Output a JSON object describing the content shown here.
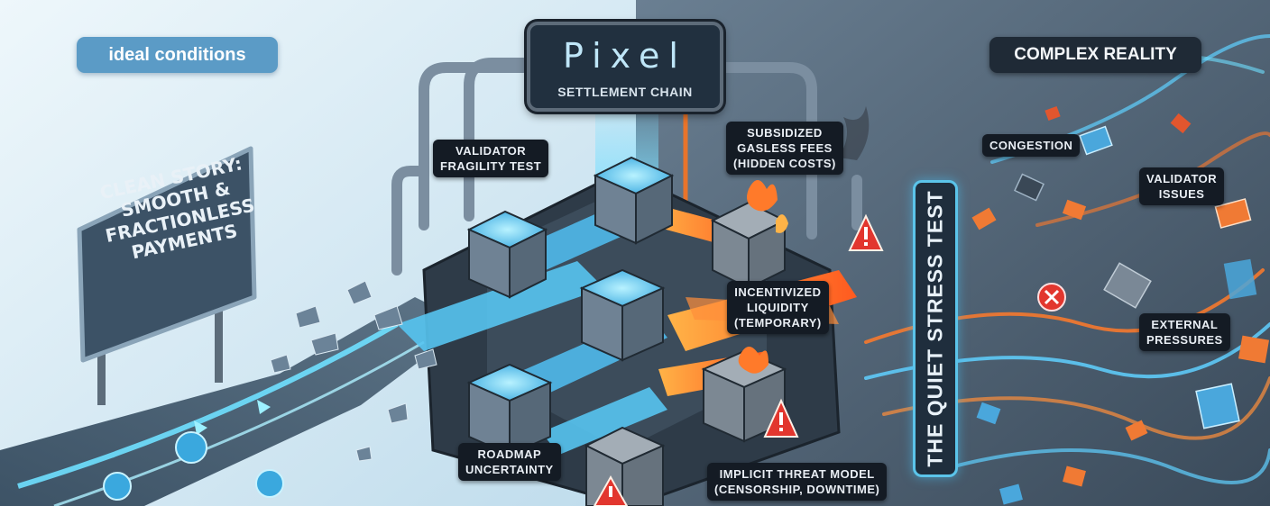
{
  "ideal_label": "ideal conditions",
  "complex_label": "COMPLEX REALITY",
  "title": {
    "main": "Pixel",
    "sub": "SETTLEMENT CHAIN"
  },
  "sign": {
    "lines": [
      "CLEAN STORY:",
      "SMOOTH &",
      "FRACTIONLESS",
      "PAYMENTS"
    ]
  },
  "vertical_banner": "THE QUIET STRESS TEST",
  "callouts": {
    "validator_fragility": [
      "VALIDATOR",
      "FRAGILITY TEST"
    ],
    "subsidized_fees": [
      "SUBSIDIZED",
      "GASLESS FEES",
      "(HIDDEN COSTS)"
    ],
    "incentivized_liquidity": [
      "INCENTIVIZED",
      "LIQUIDITY",
      "(TEMPORARY)"
    ],
    "roadmap_uncertainty": [
      "ROADMAP",
      "UNCERTAINTY"
    ],
    "implicit_threat": [
      "IMPLICIT THREAT MODEL",
      "(CENSORSHIP, DOWNTIME)"
    ],
    "congestion": [
      "CONGESTION"
    ],
    "validator_issues": [
      "VALIDATOR",
      "ISSUES"
    ],
    "external_pressures": [
      "EXTERNAL",
      "PRESSURES"
    ]
  },
  "colors": {
    "ideal_bg": "#dceef7",
    "complex_bg": "#5a6e80",
    "glow_blue": "#5fd0ff",
    "fire_orange": "#ff7a2a",
    "warning_red": "#e2362e"
  }
}
